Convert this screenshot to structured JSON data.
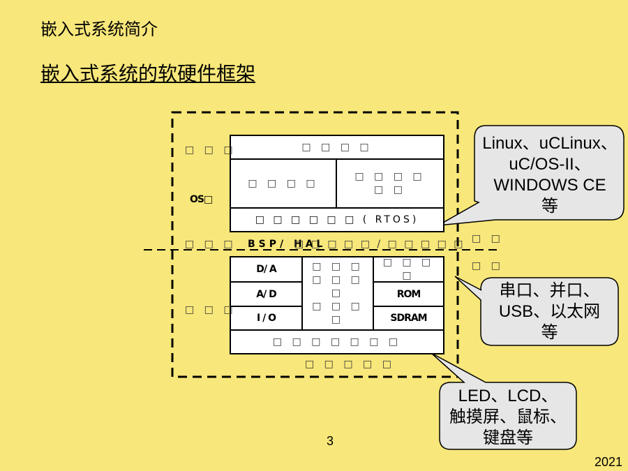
{
  "slide": {
    "section_title": "嵌入式系统简介",
    "main_title": "嵌入式系统的软硬件框架",
    "page_number": "3",
    "year": "2021"
  },
  "diagram": {
    "software_side_label": "□ □ □",
    "os_label": "OS□",
    "hardware_side_label": "□ □ □",
    "middle_label_left": "□ □ □",
    "middle_bsp": "BSP/ HAL",
    "middle_tail": "□ □ □ □ □ / □ □ □ □ □",
    "right_upper_label": "□ □",
    "right_lower_label": "□ □",
    "bottom_label": "□ □ □ □ □",
    "sw_top": "□ □ □ □",
    "sw_mid_left": "□ □ □ □",
    "sw_mid_right_1": "□ □ □ □",
    "sw_mid_right_2": "□ □",
    "sw_rtos": "□ □ □ □ □ □ ( RTOS)",
    "hw_da": "D/ A",
    "hw_ad": "A/ D",
    "hw_io": "I / O",
    "hw_center_1": "□ □ □",
    "hw_center_2": "□ □ □ □",
    "hw_center_3": "□ □ □ □",
    "hw_right_top": "□ □ □ □",
    "hw_rom": "ROM",
    "hw_sdram": "SDRAM",
    "hw_bottom": "□ □ □ □ □ □ □"
  },
  "callouts": {
    "os": [
      "Linux、uCLinux、",
      "uC/OS-II、",
      "WINDOWS CE",
      "等"
    ],
    "interfaces": [
      "串口、并口、",
      "USB、以太网",
      "等"
    ],
    "peripherals": [
      "LED、LCD、",
      "触摸屏、鼠标、",
      "键盘等"
    ]
  },
  "colors": {
    "background": "#f8e77a",
    "callout_fill": "#e6e6e6",
    "box_fill": "#ffffff",
    "line": "#000000"
  }
}
